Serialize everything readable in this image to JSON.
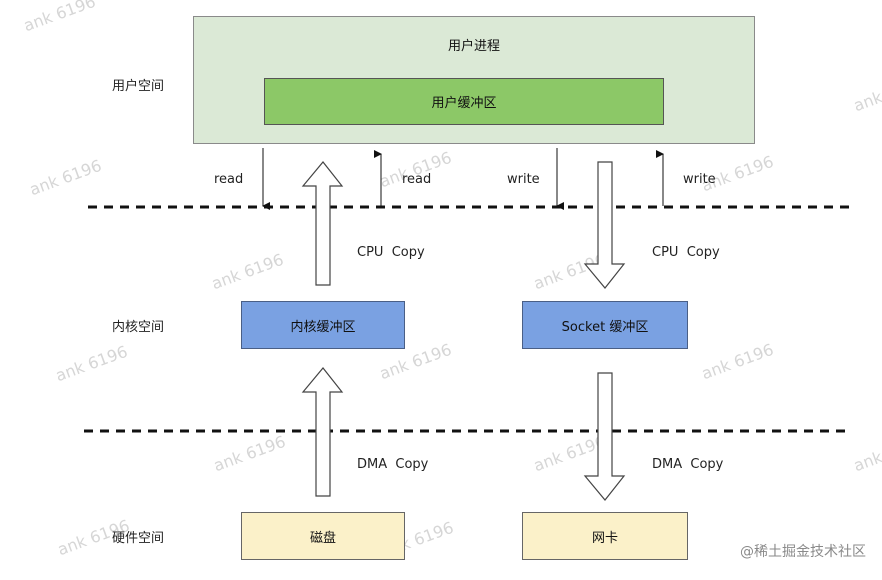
{
  "regions": {
    "user_space": "用户空间",
    "kernel_space": "内核空间",
    "hardware_space": "硬件空间"
  },
  "boxes": {
    "user_process": "用户进程",
    "user_buffer": "用户缓冲区",
    "kernel_buffer": "内核缓冲区",
    "socket_buffer": "Socket 缓冲区",
    "disk": "磁盘",
    "nic": "网卡"
  },
  "arrows": {
    "read_left": "read",
    "read_right": "read",
    "write_left": "write",
    "write_right": "write",
    "cpu_copy_left": "CPU  Copy",
    "cpu_copy_right": "CPU  Copy",
    "dma_copy_left": "DMA  Copy",
    "dma_copy_right": "DMA  Copy"
  },
  "watermark": {
    "text": "ank 6196",
    "credit": "@稀土掘金技术社区"
  },
  "colors": {
    "user_process_fill": "#dbe9d6",
    "user_buffer_fill": "#8cc867",
    "kernel_buffer_fill": "#7aa1e2",
    "hardware_fill": "#fbf1c9"
  }
}
